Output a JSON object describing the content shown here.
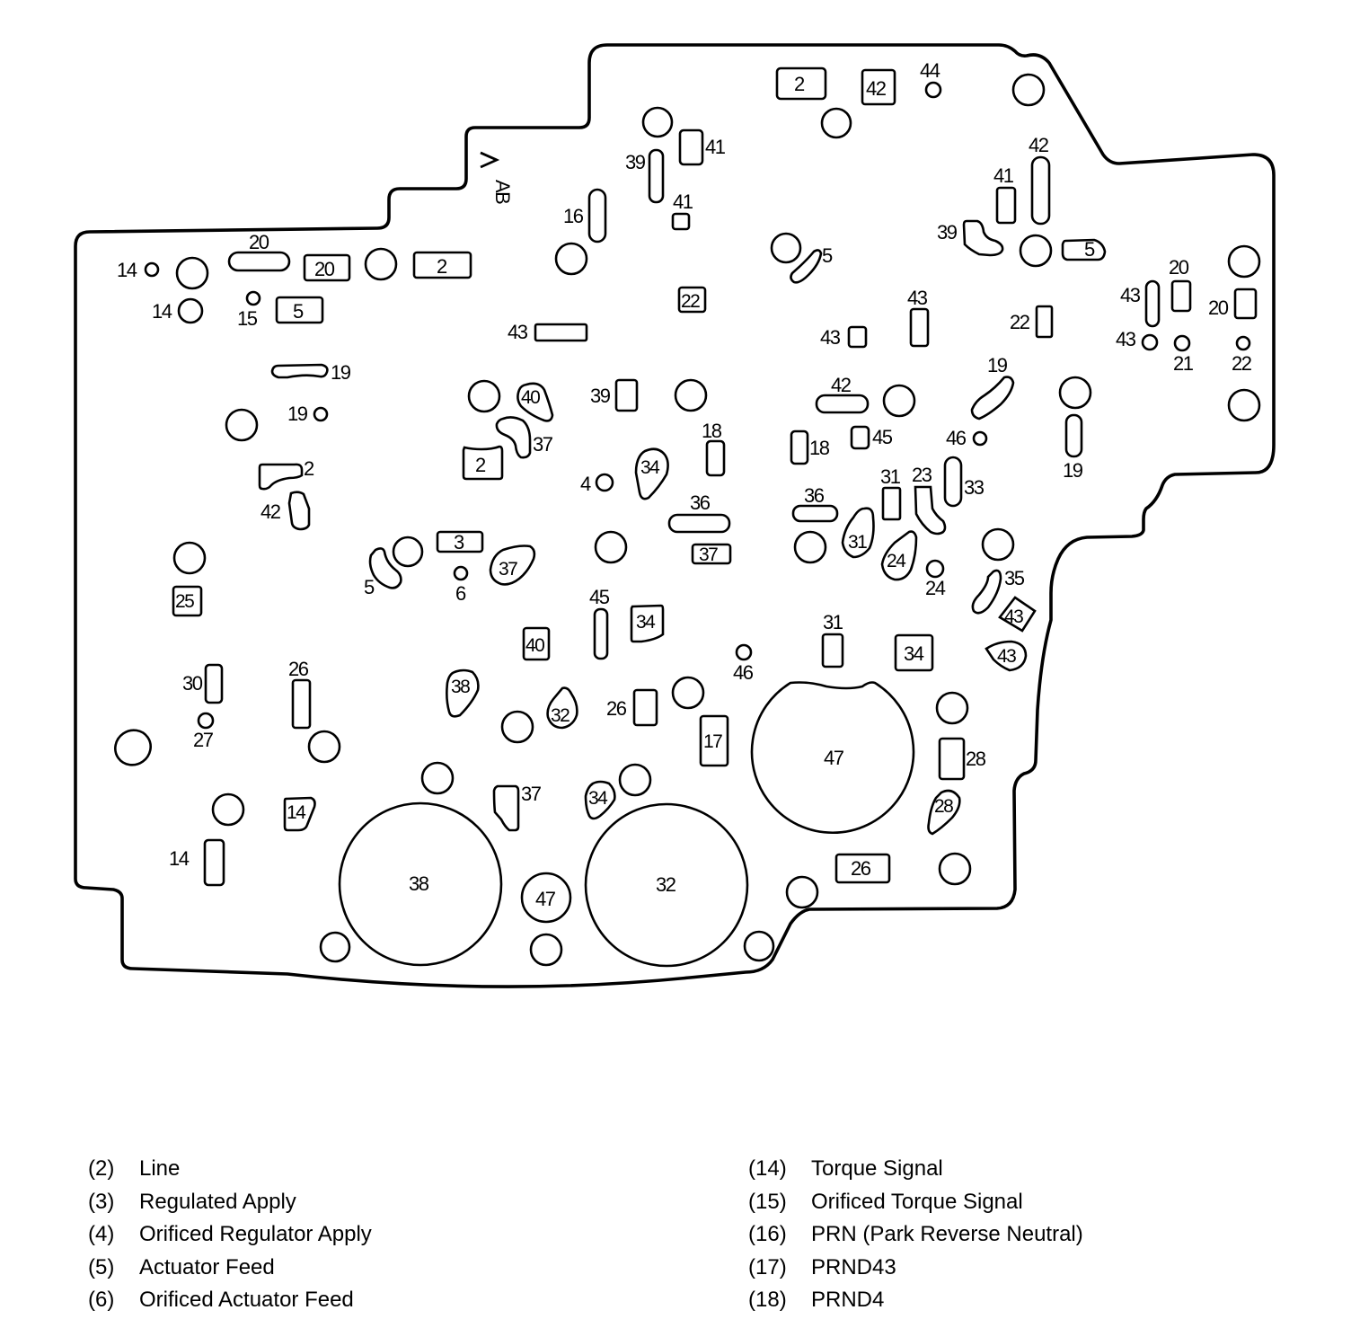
{
  "diagram": {
    "title_marker": "AB",
    "shapes": [
      {
        "type": "rect",
        "label": "2",
        "pos": "top",
        "id": "p2-top"
      },
      {
        "type": "rect",
        "label": "42",
        "pos": "top"
      },
      {
        "type": "small-circle",
        "label": "44"
      },
      {
        "type": "slot",
        "label": "20"
      },
      {
        "type": "rect",
        "label": "20"
      },
      {
        "type": "rect",
        "label": "2"
      },
      {
        "type": "small-circle",
        "label": "14"
      },
      {
        "type": "circle",
        "label": "14"
      },
      {
        "type": "small-circle",
        "label": "15"
      },
      {
        "type": "rect",
        "label": "5"
      },
      {
        "type": "slot",
        "label": "19"
      },
      {
        "type": "small-circle",
        "label": "19"
      },
      {
        "type": "pocket",
        "label": "2"
      },
      {
        "type": "pocket",
        "label": "42"
      },
      {
        "type": "rect",
        "label": "25"
      },
      {
        "type": "rect",
        "label": "30"
      },
      {
        "type": "small-circle",
        "label": "27"
      },
      {
        "type": "rect",
        "label": "26"
      },
      {
        "type": "pocket",
        "label": "14"
      },
      {
        "type": "rect",
        "label": "14"
      },
      {
        "type": "slot",
        "label": "16"
      },
      {
        "type": "slot",
        "label": "39"
      },
      {
        "type": "rect",
        "label": "41"
      },
      {
        "type": "rect",
        "label": "41"
      },
      {
        "type": "rect",
        "label": "22"
      },
      {
        "type": "rect",
        "label": "43"
      },
      {
        "type": "pocket",
        "label": "5"
      },
      {
        "type": "rect",
        "label": "43"
      },
      {
        "type": "rect",
        "label": "43"
      },
      {
        "type": "rect",
        "label": "41"
      },
      {
        "type": "slot",
        "label": "42"
      },
      {
        "type": "pocket",
        "label": "39"
      },
      {
        "type": "pocket",
        "label": "5"
      },
      {
        "type": "rect",
        "label": "22"
      },
      {
        "type": "slot",
        "label": "43"
      },
      {
        "type": "small-circle",
        "label": "43"
      },
      {
        "type": "rect",
        "label": "20"
      },
      {
        "type": "small-circle",
        "label": "21"
      },
      {
        "type": "rect",
        "label": "20"
      },
      {
        "type": "small-circle",
        "label": "22"
      },
      {
        "type": "pocket",
        "label": "40"
      },
      {
        "type": "pocket",
        "label": "37"
      },
      {
        "type": "pocket",
        "label": "2"
      },
      {
        "type": "rect",
        "label": "39"
      },
      {
        "type": "small-circle",
        "label": "4"
      },
      {
        "type": "pocket",
        "label": "34"
      },
      {
        "type": "rect",
        "label": "18"
      },
      {
        "type": "slot",
        "label": "36"
      },
      {
        "type": "rect",
        "label": "37"
      },
      {
        "type": "rect",
        "label": "3"
      },
      {
        "type": "small-circle",
        "label": "6"
      },
      {
        "type": "pocket",
        "label": "37"
      },
      {
        "type": "pocket",
        "label": "5"
      },
      {
        "type": "slot",
        "label": "45"
      },
      {
        "type": "pocket",
        "label": "34"
      },
      {
        "type": "rect",
        "label": "40"
      },
      {
        "type": "pocket",
        "label": "38"
      },
      {
        "type": "pocket",
        "label": "32"
      },
      {
        "type": "rect",
        "label": "26"
      },
      {
        "type": "rect",
        "label": "17"
      },
      {
        "type": "small-circle",
        "label": "46"
      },
      {
        "type": "pocket",
        "label": "37"
      },
      {
        "type": "pocket",
        "label": "34"
      },
      {
        "type": "slot",
        "label": "42"
      },
      {
        "type": "rect",
        "label": "45"
      },
      {
        "type": "rect",
        "label": "18"
      },
      {
        "type": "slot",
        "label": "36"
      },
      {
        "type": "rect",
        "label": "31"
      },
      {
        "type": "pocket",
        "label": "23"
      },
      {
        "type": "slot",
        "label": "33"
      },
      {
        "type": "small-circle",
        "label": "46"
      },
      {
        "type": "pocket",
        "label": "19"
      },
      {
        "type": "slot",
        "label": "19"
      },
      {
        "type": "pocket",
        "label": "31"
      },
      {
        "type": "pocket",
        "label": "24"
      },
      {
        "type": "small-circle",
        "label": "24"
      },
      {
        "type": "pocket",
        "label": "35"
      },
      {
        "type": "pocket",
        "label": "43"
      },
      {
        "type": "pocket",
        "label": "43"
      },
      {
        "type": "rect",
        "label": "31"
      },
      {
        "type": "rect",
        "label": "34"
      },
      {
        "type": "large-bore",
        "label": "47"
      },
      {
        "type": "rect",
        "label": "28"
      },
      {
        "type": "pocket",
        "label": "28"
      },
      {
        "type": "rect",
        "label": "26"
      },
      {
        "type": "large-bore",
        "label": "38"
      },
      {
        "type": "bore",
        "label": "47"
      },
      {
        "type": "large-bore",
        "label": "32"
      }
    ]
  },
  "legend": {
    "left": [
      {
        "num": "(2)",
        "text": "Line"
      },
      {
        "num": "(3)",
        "text": "Regulated Apply"
      },
      {
        "num": "(4)",
        "text": "Orificed Regulator Apply"
      },
      {
        "num": "(5)",
        "text": "Actuator Feed"
      },
      {
        "num": "(6)",
        "text": "Orificed Actuator Feed"
      }
    ],
    "right": [
      {
        "num": "(14)",
        "text": "Torque Signal"
      },
      {
        "num": "(15)",
        "text": "Orificed Torque Signal"
      },
      {
        "num": "(16)",
        "text": "PRN (Park Reverse Neutral)"
      },
      {
        "num": "(17)",
        "text": "PRND43"
      },
      {
        "num": "(18)",
        "text": "PRND4"
      }
    ]
  }
}
